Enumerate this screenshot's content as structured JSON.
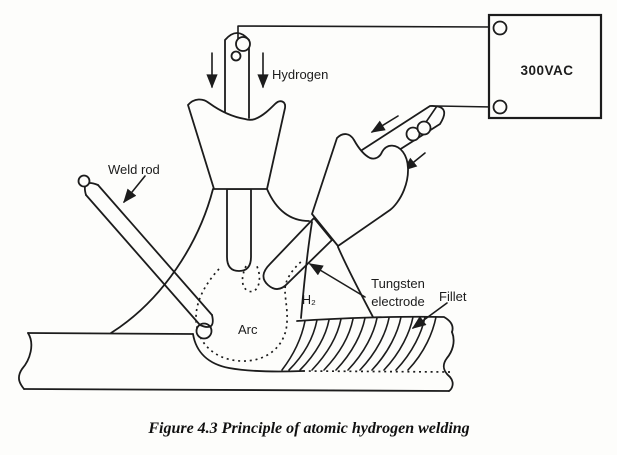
{
  "figure": {
    "caption": "Figure 4.3 Principle of atomic hydrogen welding",
    "power_supply": "300VAC",
    "labels": {
      "hydrogen": "Hydrogen",
      "weld_rod": "Weld rod",
      "tungsten_line1": "Tungsten",
      "tungsten_line2": "electrode",
      "fillet": "Fillet",
      "arc": "Arc",
      "h2": "H₂"
    },
    "colors": {
      "ink": "#1c1c1c",
      "background": "#fdfdfb"
    }
  }
}
